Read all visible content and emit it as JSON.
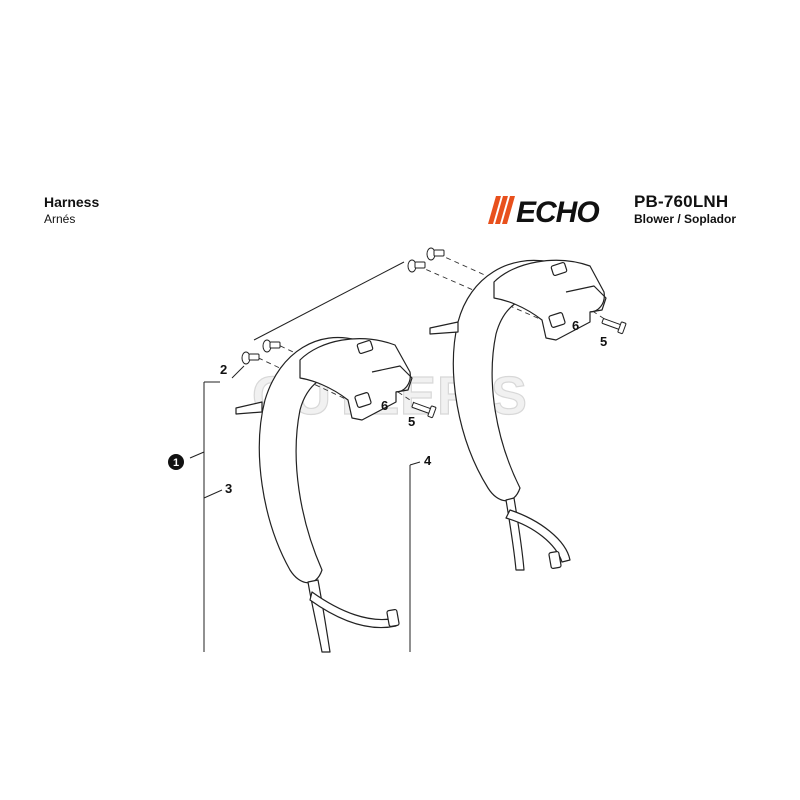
{
  "header": {
    "title": "Harness",
    "title_translation": "Arnés",
    "brand": "ECHO",
    "model": "PB-760LNH",
    "subtitle": "Blower / Soplador"
  },
  "watermark": "CUTLER'S",
  "callouts": [
    {
      "id": "1",
      "label": "1",
      "circled": true
    },
    {
      "id": "2",
      "label": "2"
    },
    {
      "id": "3",
      "label": "3"
    },
    {
      "id": "4",
      "label": "4"
    },
    {
      "id": "5a",
      "label": "5"
    },
    {
      "id": "5b",
      "label": "5"
    },
    {
      "id": "6a",
      "label": "6"
    },
    {
      "id": "6b",
      "label": "6"
    }
  ],
  "colors": {
    "brand_orange": "#e8501c",
    "ink": "#111111"
  }
}
